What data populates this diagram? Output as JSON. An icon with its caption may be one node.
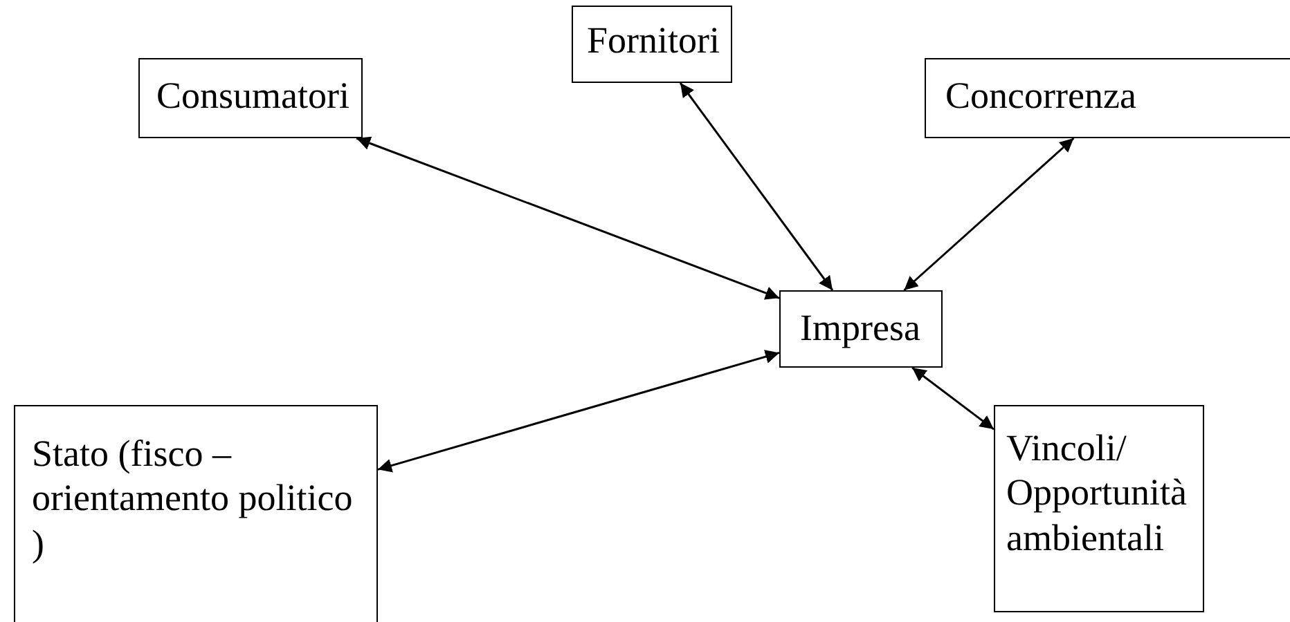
{
  "diagram": {
    "nodes": [
      {
        "text": [
          "Consumatori"
        ]
      },
      {
        "text": [
          "Fornitori"
        ]
      },
      {
        "text": [
          "Concorrenza"
        ]
      },
      {
        "text": [
          "Impresa"
        ]
      },
      {
        "text": [
          "Stato (fisco – orientamento politico )"
        ]
      },
      {
        "text": [
          "Vincoli/ Opportunità ambientali"
        ]
      }
    ],
    "edges": [
      {
        "from": 3,
        "to": 0,
        "arrow": "both"
      },
      {
        "from": 3,
        "to": 1,
        "arrow": "both"
      },
      {
        "from": 3,
        "to": 2,
        "arrow": "both"
      },
      {
        "from": 3,
        "to": 4,
        "arrow": "both"
      },
      {
        "from": 3,
        "to": 5,
        "arrow": "both"
      }
    ]
  }
}
